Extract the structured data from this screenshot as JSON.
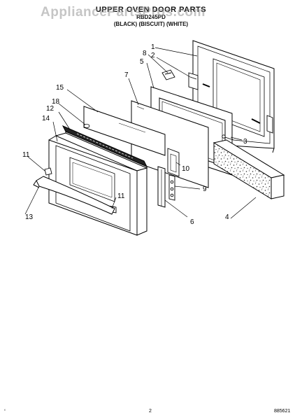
{
  "header": {
    "title": "UPPER OVEN DOOR PARTS",
    "model_line": "RBD245PD",
    "color_line": "(BLACK) (BISCUIT) (WHITE)"
  },
  "watermark": "AppliancePartsPros.com",
  "callouts": [
    "1",
    "2",
    "3",
    "4",
    "5",
    "6",
    "7",
    "8",
    "9",
    "10",
    "11",
    "11",
    "12",
    "13",
    "14",
    "15",
    "18"
  ],
  "footer": {
    "page_number": "2",
    "figure_number": "885621",
    "corner_mark": "‘"
  }
}
